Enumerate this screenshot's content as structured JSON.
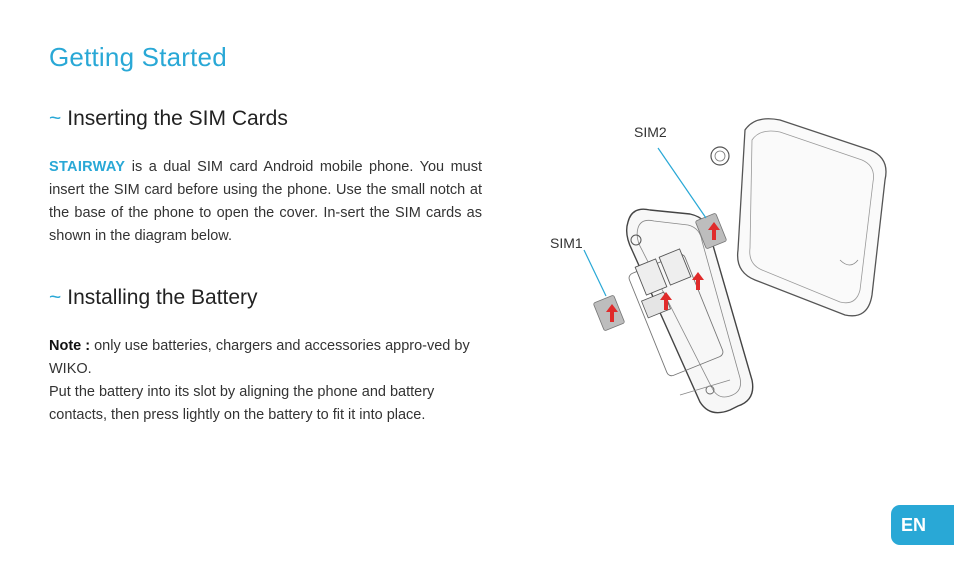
{
  "page_title": "Getting Started",
  "section_sim": {
    "tilde": "~",
    "heading": "Inserting the SIM Cards",
    "brand": "STAIRWAY",
    "body": " is a dual SIM card Android mobile phone. You must insert the SIM card before using the phone. Use the small notch at the base of the phone to open the cover. In-sert the SIM cards as shown in the diagram below."
  },
  "section_battery": {
    "tilde": "~",
    "heading": "Installing the Battery",
    "note_label": "Note :",
    "note_text": " only use batteries, chargers and accessories appro-ved by WIKO.",
    "body": "Put the battery into its slot by aligning the phone and battery contacts, then press lightly on the battery to fit it into place."
  },
  "figure": {
    "sim1_label": "SIM1",
    "sim2_label": "SIM2",
    "arrow_color": "#e02b2b",
    "callout_color": "#29a8d6"
  },
  "language_tab": "EN",
  "colors": {
    "accent": "#29a8d6",
    "text": "#333333"
  }
}
